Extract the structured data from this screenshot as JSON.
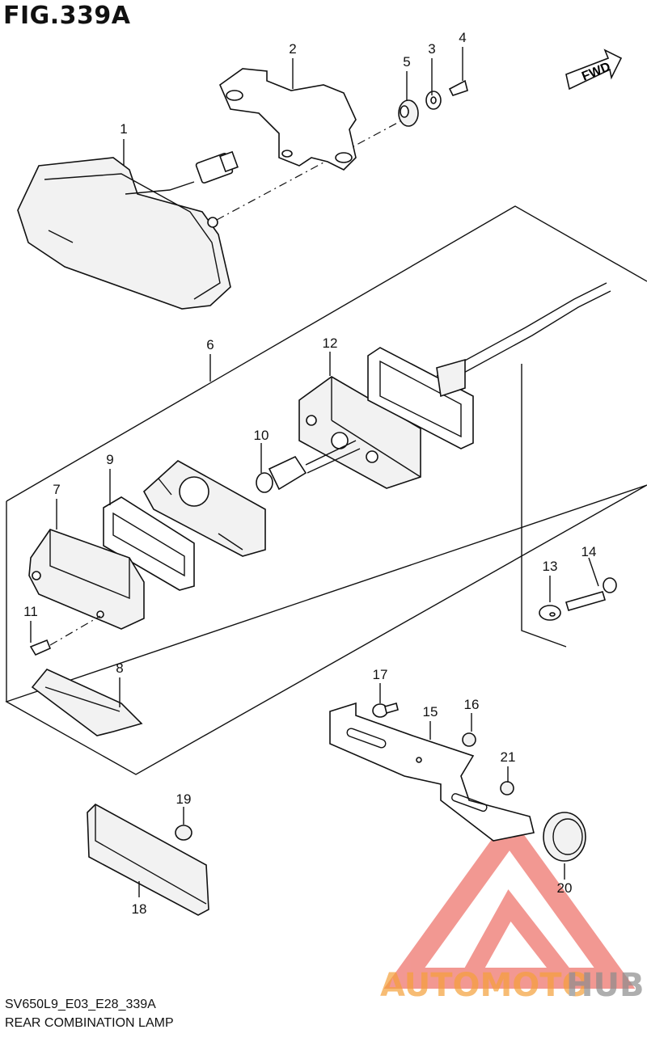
{
  "figure": {
    "title": "FIG.339A",
    "footer_code": "SV650L9_E03_E28_339A",
    "footer_name": "REAR COMBINATION LAMP",
    "fwd_label": "FWD"
  },
  "callouts": [
    {
      "id": "c1",
      "label": "1"
    },
    {
      "id": "c2",
      "label": "2"
    },
    {
      "id": "c3",
      "label": "3"
    },
    {
      "id": "c4",
      "label": "4"
    },
    {
      "id": "c5",
      "label": "5"
    },
    {
      "id": "c6",
      "label": "6"
    },
    {
      "id": "c7",
      "label": "7"
    },
    {
      "id": "c8",
      "label": "8"
    },
    {
      "id": "c9",
      "label": "9"
    },
    {
      "id": "c10",
      "label": "10"
    },
    {
      "id": "c11",
      "label": "11"
    },
    {
      "id": "c12",
      "label": "12"
    },
    {
      "id": "c13",
      "label": "13"
    },
    {
      "id": "c14",
      "label": "14"
    },
    {
      "id": "c15",
      "label": "15"
    },
    {
      "id": "c16",
      "label": "16"
    },
    {
      "id": "c17",
      "label": "17"
    },
    {
      "id": "c18",
      "label": "18"
    },
    {
      "id": "c19",
      "label": "19"
    },
    {
      "id": "c20",
      "label": "20"
    },
    {
      "id": "c21",
      "label": "21"
    }
  ],
  "watermark": {
    "part1": "AUTOMOTO",
    "part2": "HUB",
    "color_triangle": "#e8443a",
    "color_text1": "#f5a03a",
    "color_text2": "#8c8c8c"
  }
}
